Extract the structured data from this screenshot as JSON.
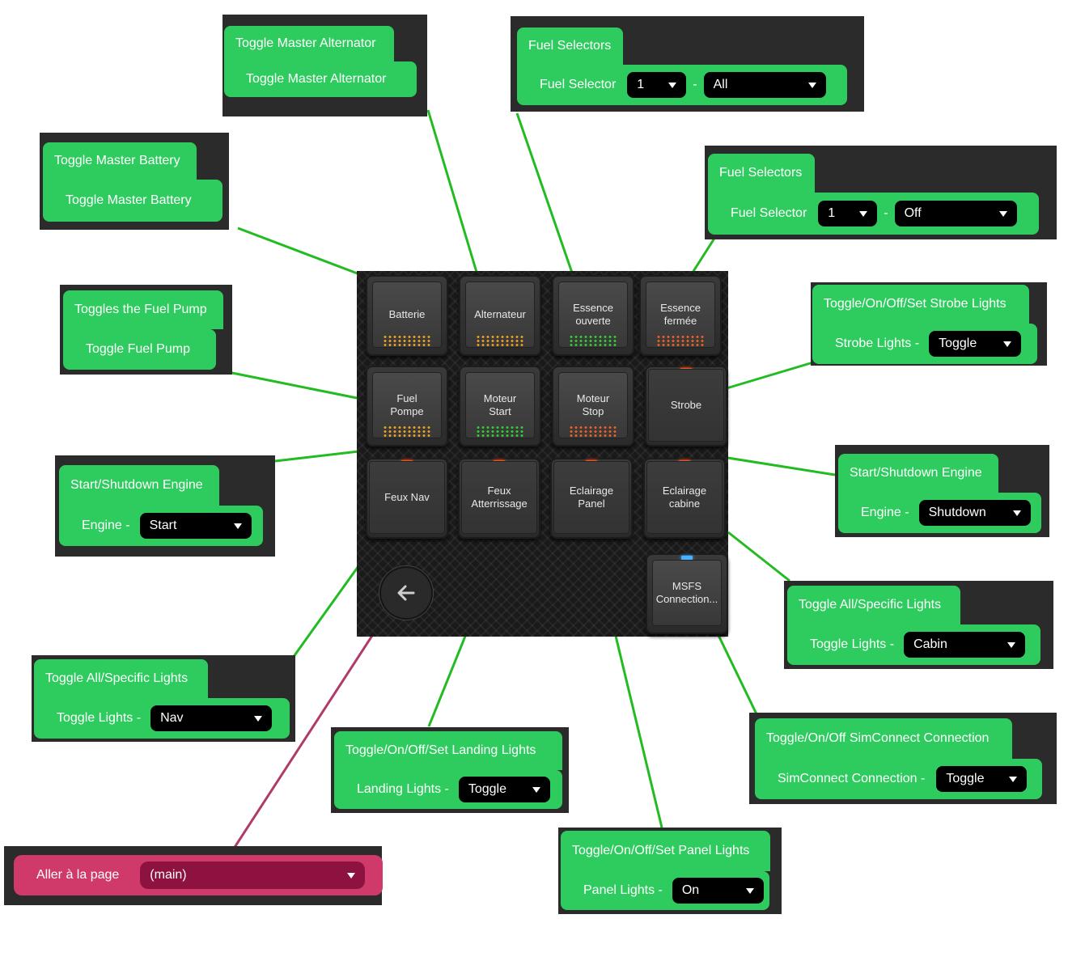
{
  "deck": {
    "keys": [
      {
        "label": "Batterie",
        "indicator": "amber"
      },
      {
        "label": "Alternateur",
        "indicator": "amber"
      },
      {
        "label": "Essence\nouverte",
        "indicator": "green"
      },
      {
        "label": "Essence\nfermée",
        "indicator": "orange"
      },
      {
        "label": "Fuel\nPompe",
        "indicator": "amber"
      },
      {
        "label": "Moteur\nStart",
        "indicator": "green"
      },
      {
        "label": "Moteur\nStop",
        "indicator": "orange"
      },
      {
        "label": "Strobe",
        "indicator": "red-led"
      },
      {
        "label": "Feux Nav",
        "indicator": "red-led"
      },
      {
        "label": "Feux\nAtterrissage",
        "indicator": "red-led"
      },
      {
        "label": "Eclairage\nPanel",
        "indicator": "red-led"
      },
      {
        "label": "Eclairage\ncabine",
        "indicator": "red-led"
      },
      {
        "label": "MSFS\nConnection...",
        "indicator": "blue-led"
      }
    ],
    "back_icon": "arrow-left-icon"
  },
  "callouts": {
    "alternator": {
      "title": "Toggle Master Alternator",
      "action": "Toggle Master Alternator"
    },
    "fuel_all": {
      "title": "Fuel Selectors",
      "field": "Fuel Selector",
      "selector": "1",
      "dash": "-",
      "value": "All"
    },
    "battery": {
      "title": "Toggle Master Battery",
      "action": "Toggle Master Battery"
    },
    "fuel_off": {
      "title": "Fuel Selectors",
      "field": "Fuel Selector",
      "selector": "1",
      "dash": "-",
      "value": "Off"
    },
    "fuel_pump": {
      "title": "Toggles the Fuel Pump",
      "action": "Toggle Fuel Pump"
    },
    "strobe": {
      "title": "Toggle/On/Off/Set Strobe Lights",
      "field": "Strobe Lights -",
      "value": "Toggle"
    },
    "engine_start": {
      "title": "Start/Shutdown Engine",
      "field": "Engine -",
      "value": "Start"
    },
    "engine_stop": {
      "title": "Start/Shutdown Engine",
      "field": "Engine -",
      "value": "Shutdown"
    },
    "cabin": {
      "title": "Toggle All/Specific Lights",
      "field": "Toggle Lights -",
      "value": "Cabin"
    },
    "nav": {
      "title": "Toggle All/Specific Lights",
      "field": "Toggle Lights -",
      "value": "Nav"
    },
    "landing": {
      "title": "Toggle/On/Off/Set Landing Lights",
      "field": "Landing Lights -",
      "value": "Toggle"
    },
    "simconnect": {
      "title": "Toggle/On/Off SimConnect Connection",
      "field": "SimConnect Connection -",
      "value": "Toggle"
    },
    "panel": {
      "title": "Toggle/On/Off/Set Panel Lights",
      "field": "Panel Lights -",
      "value": "On"
    },
    "goto_page": {
      "field": "Aller à la page",
      "value": "(main)"
    }
  },
  "colors": {
    "callout_green": "#2ecc5e",
    "connector_green": "#22bb22",
    "connector_pink": "#b03a6a",
    "pink_callout": "#cf3a6a"
  }
}
